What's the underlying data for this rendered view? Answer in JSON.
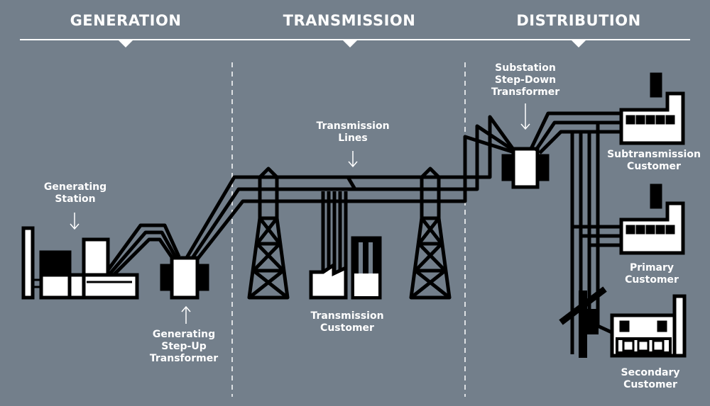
{
  "sections": {
    "generation": "GENERATION",
    "transmission": "TRANSMISSION",
    "distribution": "DISTRIBUTION"
  },
  "labels": {
    "generating_station": [
      "Generating",
      "Station"
    ],
    "step_up": [
      "Generating",
      "Step-Up",
      "Transformer"
    ],
    "transmission_lines": [
      "Transmission",
      "Lines"
    ],
    "transmission_customer": [
      "Transmission",
      "Customer"
    ],
    "substation": [
      "Substation",
      "Step-Down",
      "Transformer"
    ],
    "subtransmission_customer": [
      "Subtransmission",
      "Customer"
    ],
    "primary_customer": [
      "Primary",
      "Customer"
    ],
    "secondary_customer": [
      "Secondary",
      "Customer"
    ]
  },
  "colors": {
    "background": "#737f8b",
    "ink": "#000000",
    "fill": "#ffffff"
  }
}
